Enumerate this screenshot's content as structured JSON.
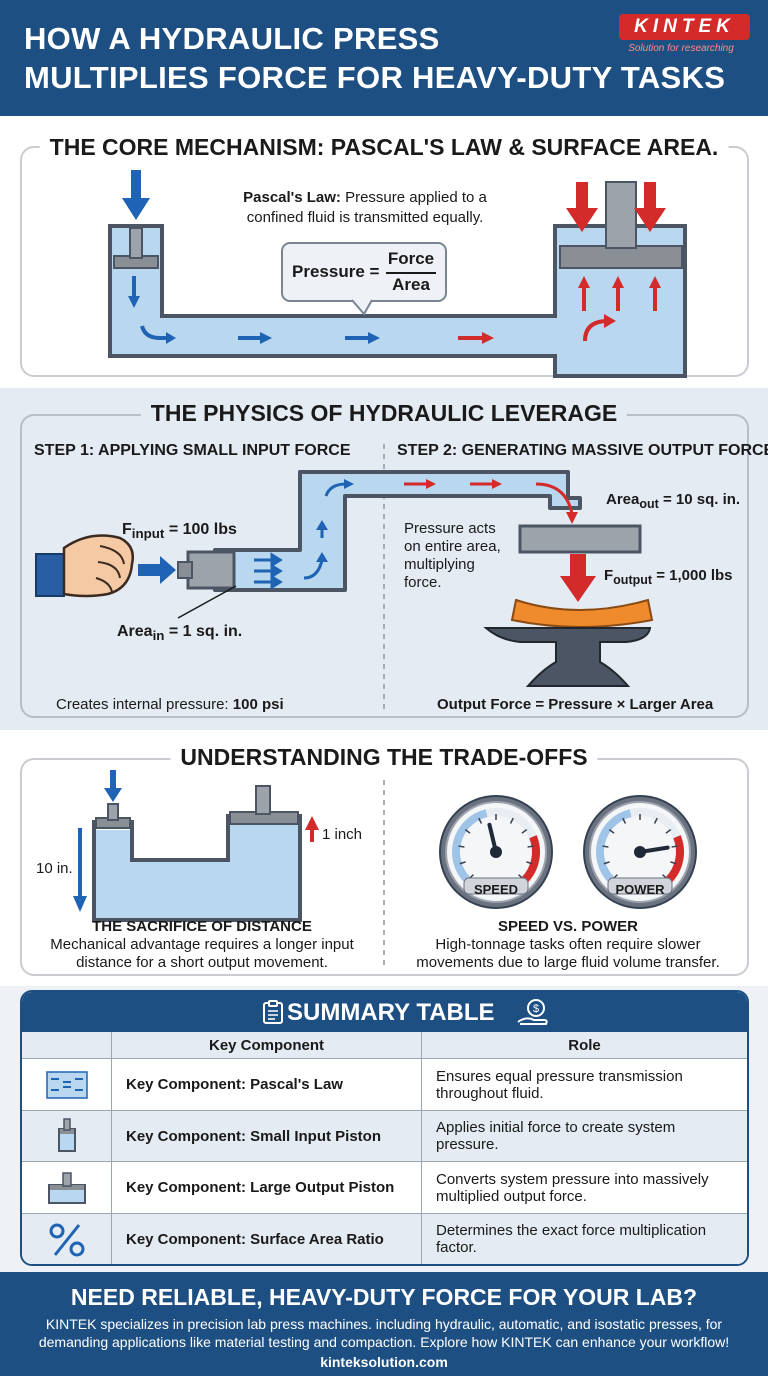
{
  "header": {
    "title_line1": "HOW A HYDRAULIC PRESS",
    "title_line2": "MULTIPLIES FORCE FOR HEAVY-DUTY TASKS",
    "logo": "KINTEK",
    "tagline": "Solution for researching"
  },
  "core": {
    "title": "THE CORE MECHANISM: PASCAL'S LAW & SURFACE AREA.",
    "law_bold": "Pascal's Law:",
    "law_text1": "Pressure applied to a",
    "law_text2": "confined fluid is transmitted equally.",
    "formula_lhs": "Pressure =",
    "formula_num": "Force",
    "formula_den": "Area"
  },
  "physics": {
    "title": "THE PHYSICS OF HYDRAULIC LEVERAGE",
    "step1": "STEP 1: APPLYING SMALL INPUT FORCE",
    "step2": "STEP 2: GENERATING MASSIVE OUTPUT FORCE",
    "f_input_main": "F",
    "f_input_sub": "input",
    "f_input_val": "= 100 lbs",
    "area_in_main": "Area",
    "area_in_sub": "in",
    "area_in_val": "= 1 sq. in.",
    "pressure_note1": "Pressure acts",
    "pressure_note2": "on entire area,",
    "pressure_note3": "multiplying",
    "pressure_note4": "force.",
    "area_out_main": "Area",
    "area_out_sub": "out",
    "area_out_val": "= 10 sq. in.",
    "f_output_main": "F",
    "f_output_sub": "output",
    "f_output_val": "= 1,000 lbs",
    "internal_pressure_label": "Creates internal pressure:",
    "internal_pressure_val": "100 psi",
    "output_formula": "Output Force = Pressure × Larger Area"
  },
  "tradeoffs": {
    "title": "UNDERSTANDING THE TRADE-OFFS",
    "input_distance": "10 in.",
    "output_distance": "1 inch",
    "left_heading": "THE SACRIFICE OF DISTANCE",
    "left_text1": "Mechanical advantage requires a longer input",
    "left_text2": "distance for a short output movement.",
    "gauge_speed": "SPEED",
    "gauge_power": "POWER",
    "gauge_speed_level": 0.45,
    "gauge_power_level": 0.8,
    "right_heading": "SPEED VS. POWER",
    "right_text1": "High-tonnage tasks often require slower",
    "right_text2": "movements due to large fluid volume transfer."
  },
  "summary": {
    "title": "SUMMARY TABLE",
    "col1": "Key Component",
    "col2": "Role",
    "rows": [
      {
        "icon": "pascals-law-icon",
        "component": "Key Component: Pascal's Law",
        "role1": "Ensures equal pressure transmission",
        "role2": "throughout fluid."
      },
      {
        "icon": "small-piston-icon",
        "component": "Key Component: Small Input Piston",
        "role1": "Applies initial force to create system",
        "role2": "pressure."
      },
      {
        "icon": "large-piston-icon",
        "component": "Key Component: Large Output Piston",
        "role1": "Converts system pressure into massively",
        "role2": "multiplied output force."
      },
      {
        "icon": "percent-icon",
        "component": "Key Component: Surface Area Ratio",
        "role1": "Determines the exact force multiplication",
        "role2": "factor."
      }
    ]
  },
  "footer": {
    "heading": "NEED RELIABLE, HEAVY-DUTY FORCE FOR YOUR LAB?",
    "text1": "KINTEK specializes in precision lab press machines. including hydraulic, automatic, and isostatic presses, for",
    "text2": "demanding applications like material testing and compaction. Explore how KINTEK can enhance your workflow!",
    "url": "kinteksolution.com"
  },
  "colors": {
    "navy": "#1d4f82",
    "fluid": "#b9d7ee",
    "blue_arrow": "#1f63b4",
    "red_arrow": "#d32a2a",
    "accent_red": "#d42a2a"
  }
}
